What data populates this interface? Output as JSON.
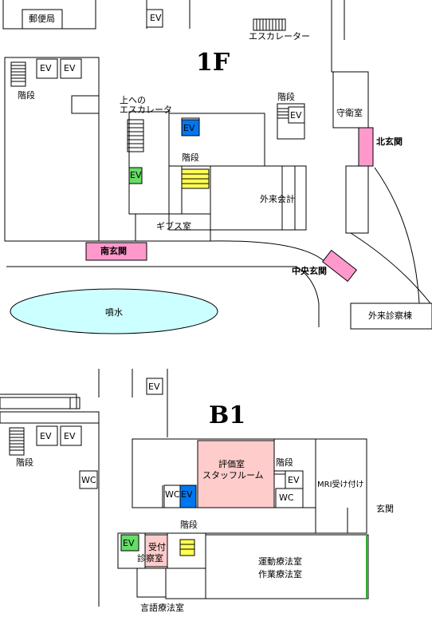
{
  "floors": {
    "f1": {
      "title": "1F",
      "labels": {
        "post_office": "郵便局",
        "ev_top": "EV",
        "escalator": "エスカレーター",
        "ev_left_1": "EV",
        "ev_left_2": "EV",
        "stairs_left": "階段",
        "escalator_up_1": "上への",
        "escalator_up_2": "エスカレータ",
        "stairs_mid_right": "階段",
        "ev_mid_right": "EV",
        "guard_room": "守衛室",
        "ev_blue": "EV",
        "north_entrance": "北玄関",
        "stairs_mid": "階段",
        "ev_green": "EV",
        "outpatient_cashier": "外来会計",
        "cast_room": "ギブス室",
        "south_entrance": "南玄関",
        "central_entrance": "中央玄関",
        "fountain": "噴水",
        "outpatient_building": "外来診察棟"
      }
    },
    "b1": {
      "title": "B1",
      "labels": {
        "ev_top": "EV",
        "ev_left_1": "EV",
        "ev_left_2": "EV",
        "stairs_left": "階段",
        "wc_left": "WC",
        "eval_room_1": "評価室",
        "eval_room_2": "スタッフルーム",
        "stairs_right": "階段",
        "ev_right": "EV",
        "wc_right": "WC",
        "wc_mid": "WC",
        "ev_blue": "EV",
        "mri": "MRI受け付け",
        "entrance": "玄関",
        "stairs_mid": "階段",
        "ev_green": "EV",
        "reception_1": "受付",
        "reception_2": "診察室",
        "therapy_1": "運動療法室",
        "therapy_2": "作業療法室",
        "speech_therapy": "言語療法室"
      }
    }
  },
  "colors": {
    "entrance": "#ff99cc",
    "ev_blue": "#0077ee",
    "ev_green": "#66dd66",
    "stairs_yellow": "#ffff55",
    "fountain": "#ccffff",
    "eval_room": "#ffcccc"
  }
}
